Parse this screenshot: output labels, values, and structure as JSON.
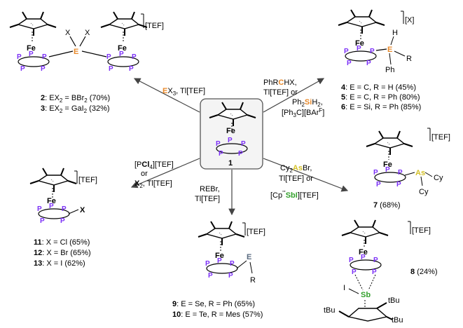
{
  "compound1": {
    "fe": "Fe",
    "p": "P",
    "number": "1"
  },
  "counter": {
    "tef": "[TEF]",
    "x": "[X]"
  },
  "arrows": {
    "to_2_3": {
      "reagent_a": "E",
      "reagent_b": "X",
      "sub": "3",
      "rest": ", Tl[TEF]"
    },
    "to_4_6": {
      "line1a": "PhR",
      "line1b": "C",
      "line1c": "HX,",
      "line2": "Tl[TEF] or",
      "line3a": "Ph",
      "line3b": "2",
      "line3c": "Si",
      "line3d": "H",
      "line3e": "2",
      ",": ",",
      "line4a": "[Ph",
      "line4b": "3",
      "line4c": "C][BAr",
      "line4d": "F",
      "line4e": "]"
    },
    "to_11_13": {
      "line1a": "[P",
      "line1b": "Cl",
      "line1c": "4",
      "line1d": "][TEF]",
      "line2": "or",
      "line3a": "X",
      "line3b": "2",
      ",": ", Tl[TEF]"
    },
    "to_9_10": {
      "line1": "REBr,",
      "line2": "Tl[TEF]"
    },
    "to_7": {
      "line1a": "Cy",
      "line1b": "2",
      "line1c": "As",
      "line1d": "Br,",
      "line2": "Tl[TEF] or"
    },
    "to_8": {
      "a": "[Cp",
      "b": "'''",
      "c": "SbI",
      "d": "][TEF]"
    }
  },
  "products": {
    "p2_3": {
      "e": "E",
      "x1": "X",
      "x2": "X",
      "fe": "Fe",
      "cap2": {
        "num": "2",
        "t1": ": EX",
        "s1": "2",
        "t2": " = BBr",
        "s2": "2",
        "t3": " (70%)"
      },
      "cap3": {
        "num": "3",
        "t1": ": EX",
        "s1": "2",
        "t2": " = GaI",
        "s2": "2",
        "t3": " (32%)"
      }
    },
    "p4_6": {
      "e": "E",
      "h": "H",
      "r": "R",
      "ph": "Ph",
      "fe": "Fe",
      "cap4": {
        "num": "4",
        "t": ": E = C, R = H (45%)"
      },
      "cap5": {
        "num": "5",
        "t": ": E = C, R = Ph (80%)"
      },
      "cap6": {
        "num": "6",
        "t": ": E = Si, R = Ph (85%)"
      }
    },
    "p11_13": {
      "x": "X",
      "fe": "Fe",
      "cap11": {
        "num": "11",
        "t": ": X = Cl (65%)"
      },
      "cap12": {
        "num": "12",
        "t": ": X = Br (65%)"
      },
      "cap13": {
        "num": "13",
        "t": ": X = I (62%)"
      }
    },
    "p9_10": {
      "e": "E",
      "r": "R",
      "fe": "Fe",
      "cap9": {
        "num": "9",
        "t": ": E = Se, R = Ph (65%)"
      },
      "cap10": {
        "num": "10",
        "t": ": E = Te, R = Mes (57%)"
      }
    },
    "p7": {
      "as": "As",
      "cy1": "Cy",
      "cy2": "Cy",
      "fe": "Fe",
      "cap": {
        "num": "7",
        "t": " (68%)"
      }
    },
    "p8": {
      "sb": "Sb",
      "i": "I",
      "tbu1": "tBu",
      "tbu2": "tBu",
      "tbu3": "tBu",
      "fe": "Fe",
      "cap": {
        "num": "8",
        "t": " (24%)"
      }
    }
  },
  "colors": {
    "phosphorus": "#7b2ff7",
    "element_orange": "#e8892b",
    "arsenic_yellow": "#d4c12a",
    "antimony_green": "#33a02c",
    "silicon_orange": "#e8892b",
    "box_border": "#555555",
    "box_fill": "#f4f4f4"
  }
}
